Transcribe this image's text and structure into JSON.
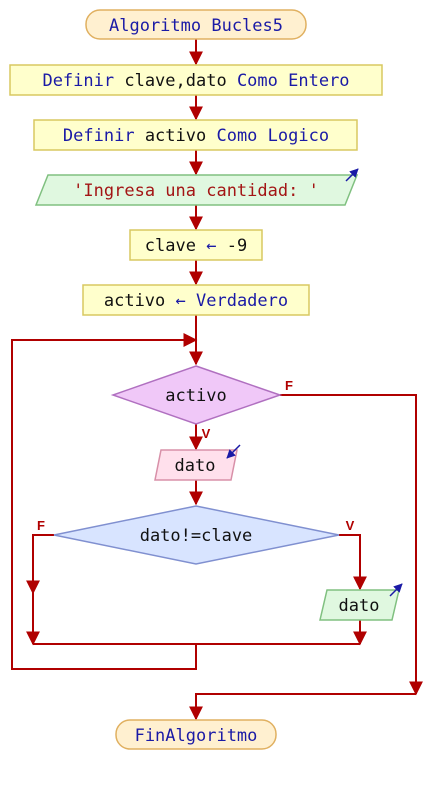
{
  "flowchart": {
    "start_label": "Algoritmo Bucles5",
    "end_label": "FinAlgoritmo",
    "def1": {
      "keyword": "Definir",
      "vars": " clave,dato ",
      "como": "Como",
      "type": " Entero"
    },
    "def2": {
      "keyword": "Definir",
      "vars": " activo ",
      "como": "Como",
      "type": " Logico"
    },
    "output1": {
      "text": "'Ingresa una cantidad: '"
    },
    "assign1": {
      "var": "clave ",
      "arrow": "←",
      "value": " -9"
    },
    "assign2": {
      "var": "activo ",
      "arrow": "←",
      "value": " Verdadero"
    },
    "decision1": {
      "label": "activo",
      "false_label": "F",
      "true_label": "V"
    },
    "input1": {
      "label": "dato"
    },
    "decision2": {
      "label": "dato!=clave",
      "false_label": "F",
      "true_label": "V"
    },
    "output2": {
      "label": "dato"
    }
  },
  "colors": {
    "flow_line": "#b00000",
    "keyword_blue": "#1a1aa6",
    "string_red": "#a31515",
    "text_dark": "#111111",
    "terminal_fill": "#fff0d0",
    "terminal_stroke": "#e0b060",
    "process_fill": "#ffffcc",
    "process_stroke": "#d8c860",
    "output_fill": "#e0f8e0",
    "output_stroke": "#80c080",
    "decision1_fill": "#f0c8f8",
    "decision1_stroke": "#b070c0",
    "input_fill": "#ffe0ec",
    "input_stroke": "#d890a8",
    "decision2_fill": "#d8e4ff",
    "decision2_stroke": "#8090d0"
  }
}
